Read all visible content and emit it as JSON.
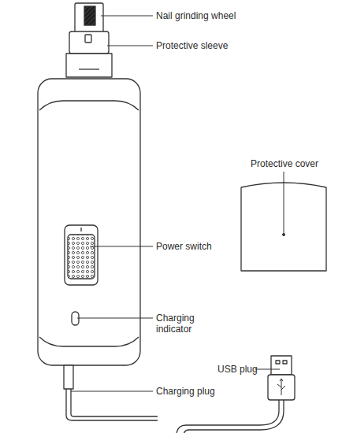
{
  "diagram": {
    "labels": [
      "Nail grinding wheel",
      "Protective sleeve",
      "Protective cover",
      "Power switch",
      "Charging indicator",
      "USB plug",
      "Charging plug"
    ]
  }
}
